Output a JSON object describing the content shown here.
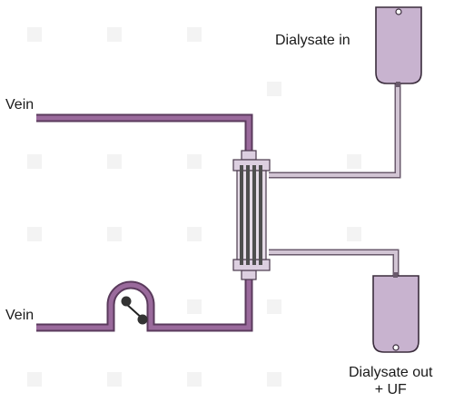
{
  "diagram": {
    "labels": {
      "vein_top": "Vein",
      "vein_bottom": "Vein",
      "dialysate_in": "Dialysate in",
      "dialysate_out_line1": "Dialysate out",
      "dialysate_out_line2": "+ UF"
    },
    "colors": {
      "blood_line": "#8a5b8a",
      "blood_line_dark": "#5a3a5c",
      "dialysate_line": "#c9bac9",
      "bag_fill": "#c8b3cf",
      "bag_stroke": "#3a2c3c",
      "dialyzer_fill": "#dccfe0",
      "fiber": "#4a4a4a"
    }
  }
}
